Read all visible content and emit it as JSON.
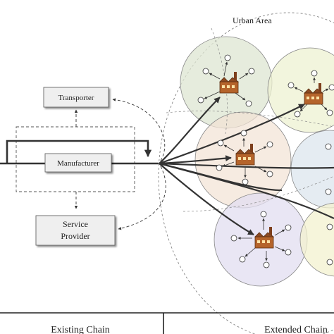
{
  "diagram": {
    "urban_area_label": "Urban Area",
    "nodes": {
      "transporter": "Transporter",
      "manufacturer": "Manufacturer",
      "service_provider_line1": "Service",
      "service_provider_line2": "Provider"
    },
    "footer": {
      "left_label": "Existing Chain",
      "right_label": "Extended Chain"
    }
  },
  "colors": {
    "cluster_green": "#dde6d2",
    "cluster_yellow": "#eef1d2",
    "cluster_peach": "#f2e2d4",
    "cluster_blue": "#dce6ee",
    "cluster_lavender": "#e1def0",
    "cluster_yellow_low": "#f3f1cf",
    "box_fill": "#efefef",
    "line": "#444444"
  }
}
